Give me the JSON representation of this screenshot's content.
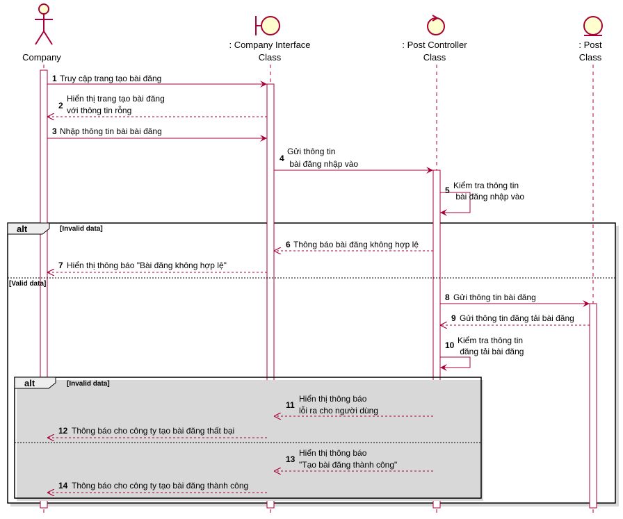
{
  "participants": [
    {
      "id": "company",
      "name": "Company",
      "subtitle": "",
      "kind": "actor"
    },
    {
      "id": "interface",
      "name": ": Company Interface",
      "subtitle": "Class",
      "kind": "boundary"
    },
    {
      "id": "controller",
      "name": ": Post Controller",
      "subtitle": "Class",
      "kind": "control"
    },
    {
      "id": "post",
      "name": ": Post",
      "subtitle": "Class",
      "kind": "entity"
    }
  ],
  "messages": [
    {
      "num": "1",
      "lines": [
        "Truy cập trang tạo bài đăng"
      ]
    },
    {
      "num": "2",
      "lines": [
        "Hiển thị trang tạo bài đăng",
        "với thông tin rỗng"
      ]
    },
    {
      "num": "3",
      "lines": [
        "Nhập thông tin bài bài đăng"
      ]
    },
    {
      "num": "4",
      "lines": [
        "Gửi thông tin",
        " bài đăng nhập vào"
      ]
    },
    {
      "num": "5",
      "lines": [
        "Kiểm tra thông tin",
        " bài đăng nhập vào"
      ]
    },
    {
      "num": "6",
      "lines": [
        "Thông báo bài đăng không hợp lệ"
      ]
    },
    {
      "num": "7",
      "lines": [
        "Hiển thị thông báo \"Bài đăng không hợp lệ\""
      ]
    },
    {
      "num": "8",
      "lines": [
        "Gửi thông tin bài đăng"
      ]
    },
    {
      "num": "9",
      "lines": [
        "Gửi thông tin đăng tải bài đăng"
      ]
    },
    {
      "num": "10",
      "lines": [
        "Kiểm tra thông tin",
        " đăng tải bài đăng"
      ]
    },
    {
      "num": "11",
      "lines": [
        "Hiển thị thông báo",
        "lỗi ra cho người dùng"
      ]
    },
    {
      "num": "12",
      "lines": [
        "Thông báo cho công ty tạo bài đăng thất bại"
      ]
    },
    {
      "num": "13",
      "lines": [
        "Hiển thị thông báo",
        "\"Tạo bài đăng thành công\""
      ]
    },
    {
      "num": "14",
      "lines": [
        "Thông báo cho công ty tạo bài đăng thành công"
      ]
    }
  ],
  "fragments": {
    "outer": {
      "keyword": "alt",
      "guard1": "[Invalid data]",
      "guard2": "[Valid data]"
    },
    "inner": {
      "keyword": "alt",
      "guard1": "[Invalid data]"
    }
  },
  "colors": {
    "line": "#A80036",
    "fill": "#FEFECE",
    "frame": "#000000",
    "shadow": "#D8D8D8"
  }
}
